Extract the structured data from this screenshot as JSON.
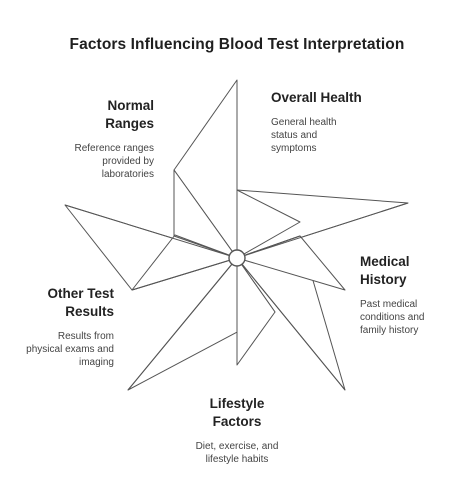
{
  "title": "Factors Influencing Blood Test Interpretation",
  "factors": {
    "overall_health": {
      "heading": "Overall Health",
      "description_lines": [
        "General health",
        "status and",
        "symptoms"
      ]
    },
    "medical_history": {
      "heading_lines": [
        "Medical",
        "History"
      ],
      "description_lines": [
        "Past medical",
        "conditions and",
        "family history"
      ]
    },
    "lifestyle_factors": {
      "heading_lines": [
        "Lifestyle",
        "Factors"
      ],
      "description_lines": [
        "Diet, exercise, and",
        "lifestyle habits"
      ]
    },
    "other_test_results": {
      "heading_lines": [
        "Other Test",
        "Results"
      ],
      "description_lines": [
        "Results from",
        "physical exams and",
        "imaging"
      ]
    },
    "normal_ranges": {
      "heading_lines": [
        "Normal",
        "Ranges"
      ],
      "description_lines": [
        "Reference ranges",
        "provided by",
        "laboratories"
      ]
    }
  },
  "colors": {
    "stroke": "#555555",
    "fill": "#ffffff",
    "text": "#1f1f1f"
  }
}
